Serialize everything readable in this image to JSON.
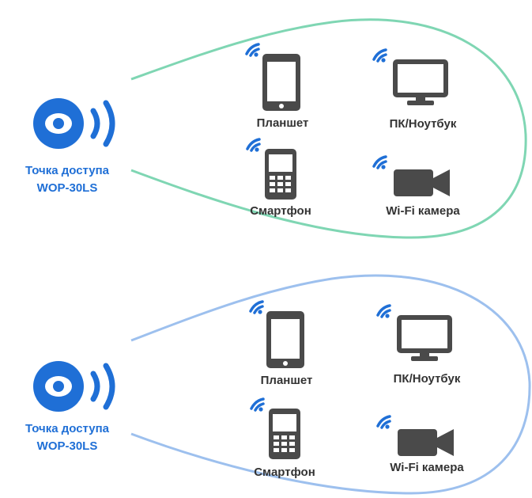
{
  "colors": {
    "accent_blue": "#1f6fd6",
    "device_gray": "#4a4a4a",
    "outline_green": "#7fd6b3",
    "outline_blue": "#9dc0ee"
  },
  "groups": [
    {
      "access_point": {
        "line1": "Точка доступа",
        "line2": "WOP-30LS"
      },
      "devices": {
        "tablet": "Планшет",
        "pc": "ПК/Ноутбук",
        "smartphone": "Смартфон",
        "camera": "Wi-Fi камера"
      }
    },
    {
      "access_point": {
        "line1": "Точка доступа",
        "line2": "WOP-30LS"
      },
      "devices": {
        "tablet": "Планшет",
        "pc": "ПК/Ноутбук",
        "smartphone": "Смартфон",
        "camera": "Wi-Fi камера"
      }
    }
  ]
}
